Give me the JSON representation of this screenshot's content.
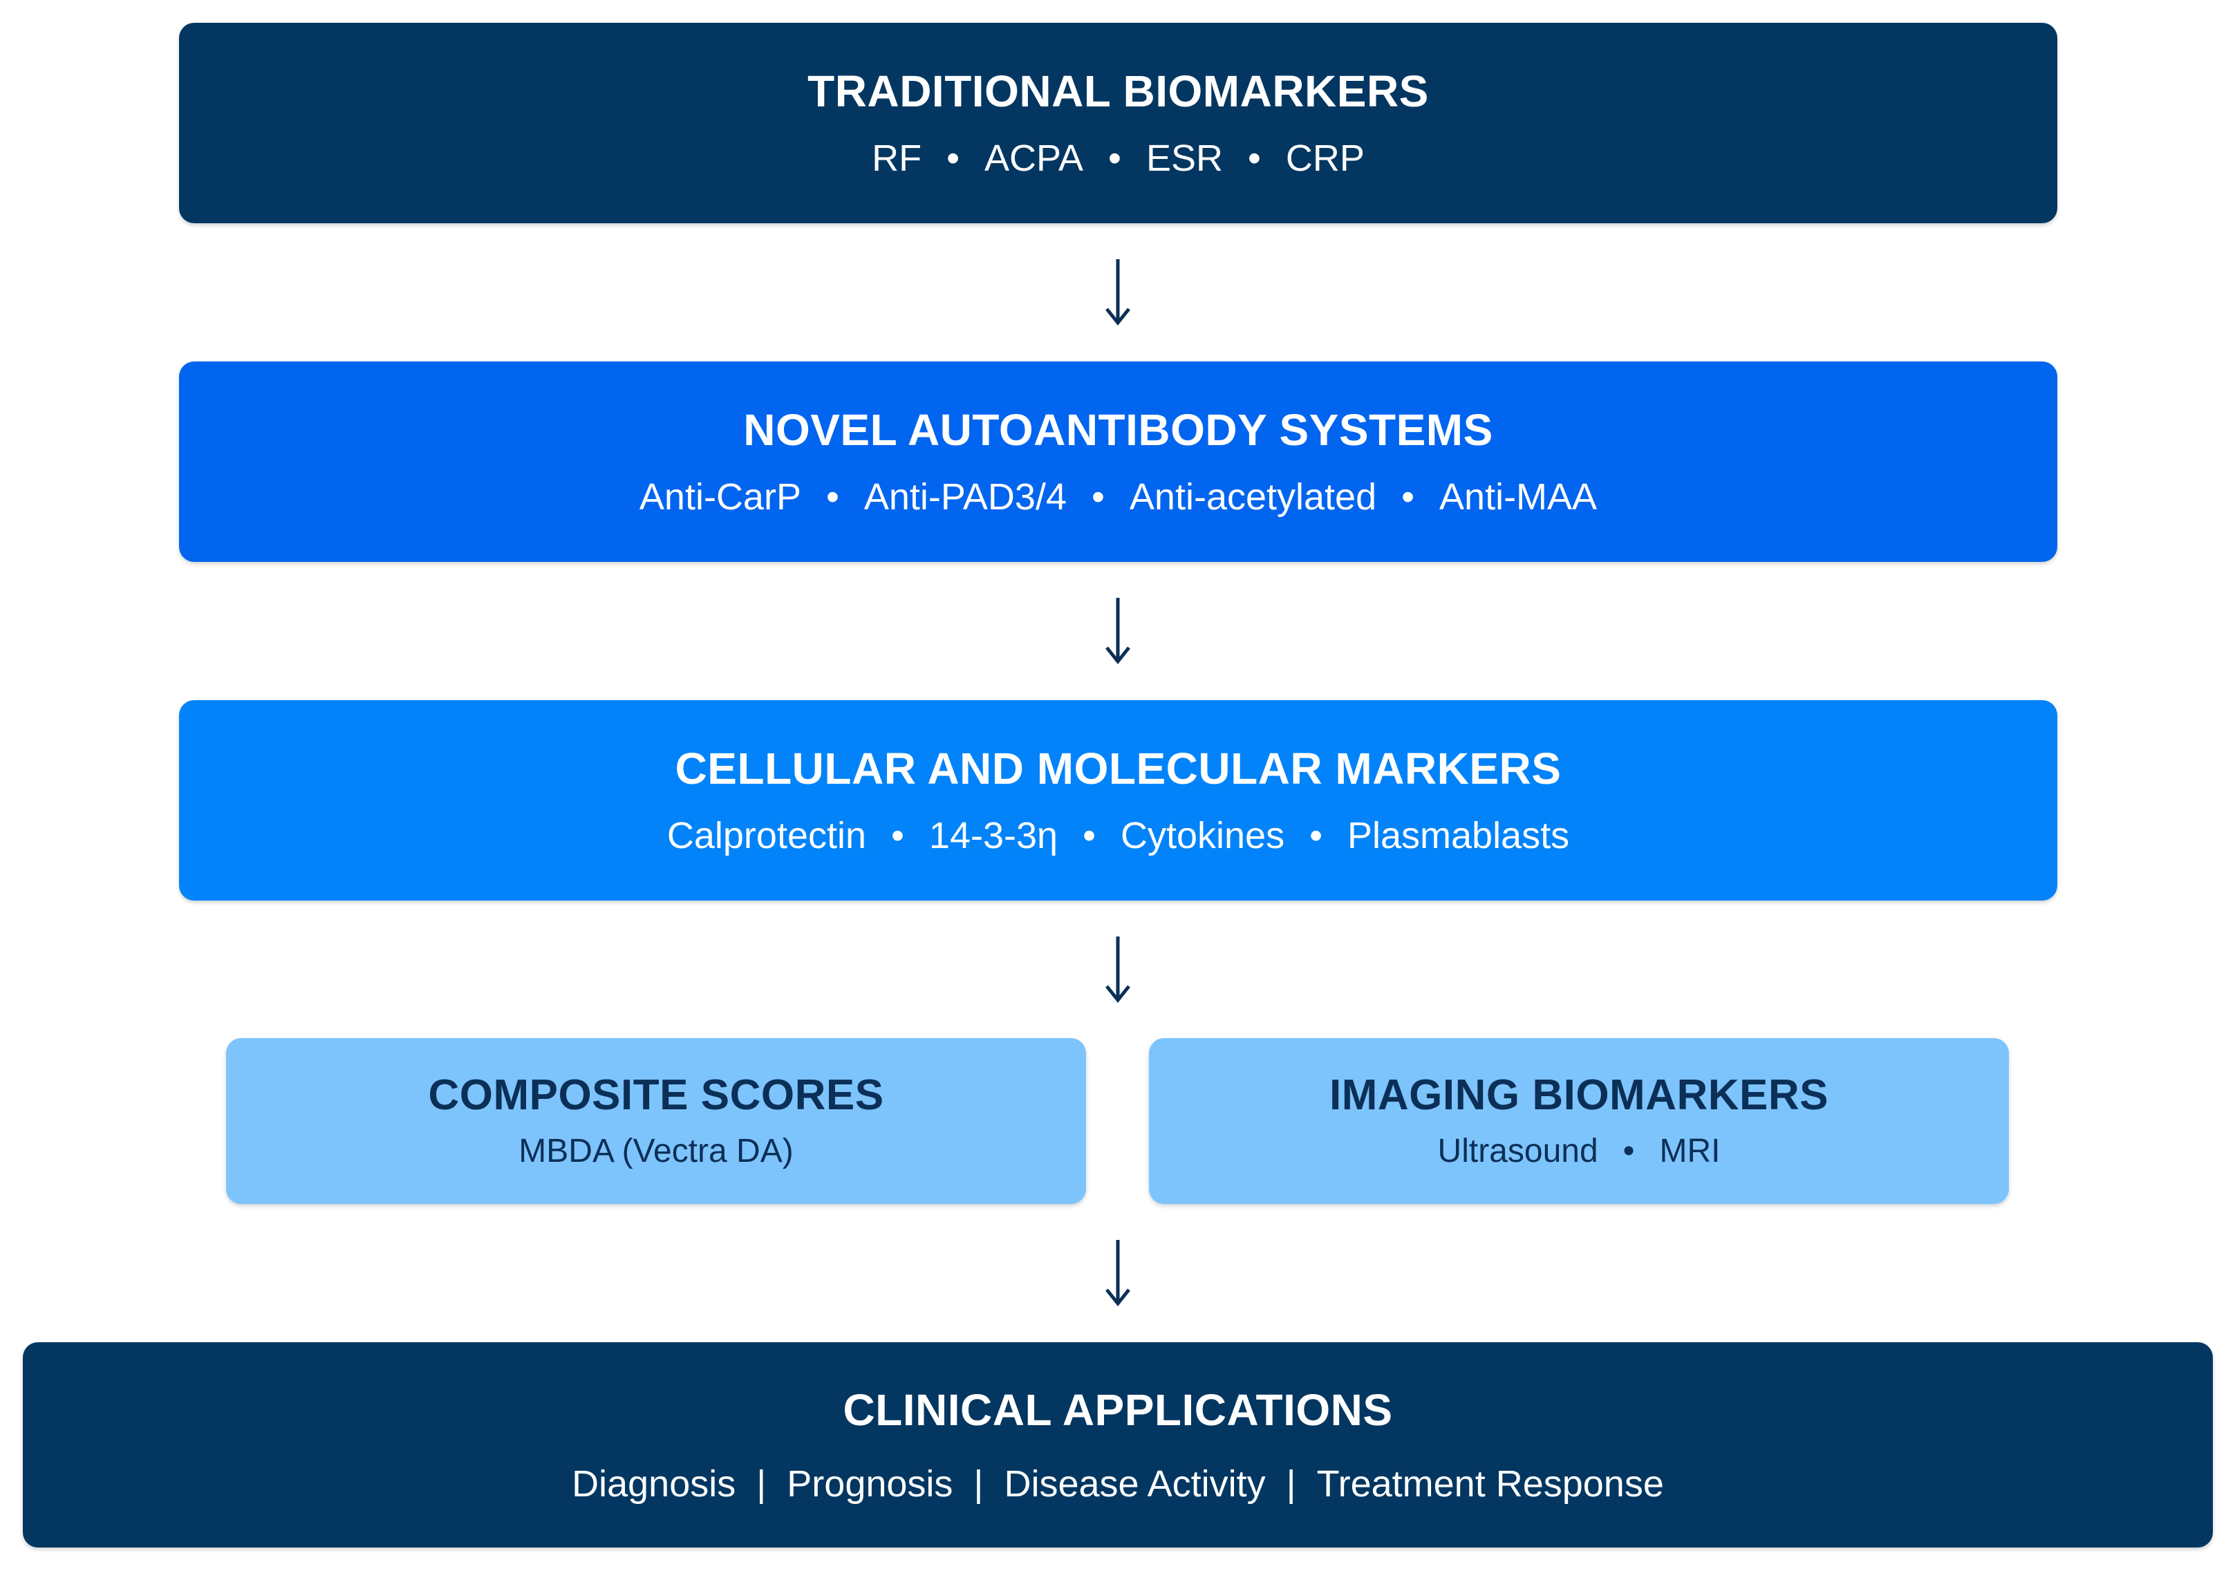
{
  "colors": {
    "dark_navy": "#033761",
    "blue": "#0165ef",
    "bright_blue": "#0283f9",
    "light_blue": "#7ec4fc",
    "navy_text": "#0b2f57",
    "arrow": "#0b2f57"
  },
  "traditional": {
    "title": "TRADITIONAL BIOMARKERS",
    "items": [
      "RF",
      "ACPA",
      "ESR",
      "CRP"
    ]
  },
  "novel": {
    "title": "NOVEL AUTOANTIBODY SYSTEMS",
    "items": [
      "Anti-CarP",
      "Anti-PAD3/4",
      "Anti-acetylated",
      "Anti-MAA"
    ]
  },
  "cellular": {
    "title": "CELLULAR AND MOLECULAR MARKERS",
    "items": [
      "Calprotectin",
      "14-3-3η",
      "Cytokines",
      "Plasmablasts"
    ]
  },
  "composite": {
    "title": "COMPOSITE SCORES",
    "items": [
      "MBDA (Vectra DA)"
    ]
  },
  "imaging": {
    "title": "IMAGING BIOMARKERS",
    "items": [
      "Ultrasound",
      "MRI"
    ]
  },
  "clinical": {
    "title": "CLINICAL APPLICATIONS",
    "items": [
      "Diagnosis",
      "Prognosis",
      "Disease Activity",
      "Treatment Response"
    ]
  },
  "separators": {
    "bullet": "•",
    "pipe": "|"
  },
  "arrow_icon": "arrow-down-icon"
}
